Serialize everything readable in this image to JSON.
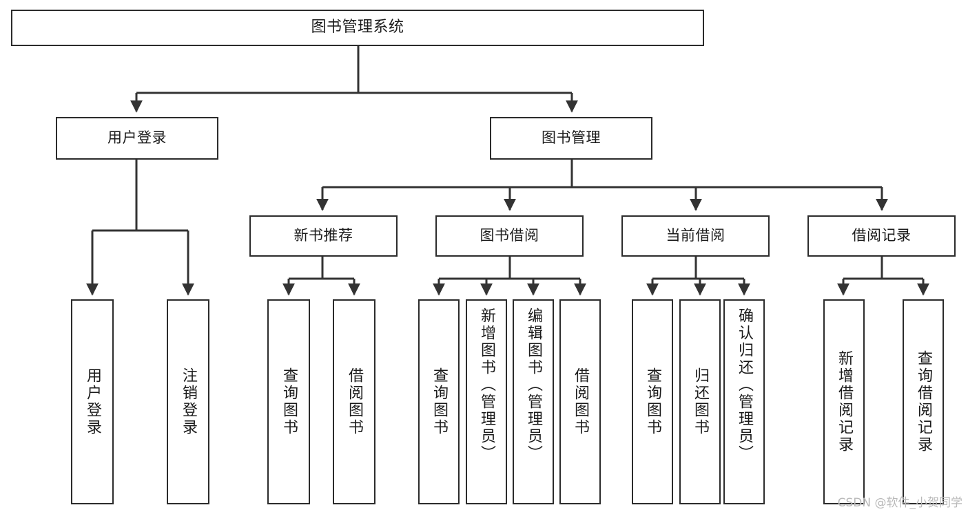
{
  "diagram": {
    "type": "tree",
    "title": "图书管理系统",
    "watermark": "CSDN @软件_小贺同学",
    "colors": {
      "border": "#2b2b2b",
      "background": "#ffffff",
      "text": "#1b1b1b",
      "connector": "#333333",
      "watermark": "#b9b9b9"
    },
    "nodes": {
      "root": {
        "label": "图书管理系统"
      },
      "level2": [
        {
          "id": "user-login",
          "label": "用户登录"
        },
        {
          "id": "book-management",
          "label": "图书管理"
        }
      ],
      "level3": [
        {
          "id": "new-book-recommend",
          "label": "新书推荐"
        },
        {
          "id": "book-borrow",
          "label": "图书借阅"
        },
        {
          "id": "current-borrow",
          "label": "当前借阅"
        },
        {
          "id": "borrow-record",
          "label": "借阅记录"
        }
      ],
      "leaves": {
        "user-login": [
          {
            "id": "leaf-user-login",
            "label": "用户登录"
          },
          {
            "id": "leaf-logout-login",
            "label": "注销登录"
          }
        ],
        "new-book-recommend": [
          {
            "id": "leaf-query-book-1",
            "label": "查询图书"
          },
          {
            "id": "leaf-borrow-book-1",
            "label": "借阅图书"
          }
        ],
        "book-borrow": [
          {
            "id": "leaf-query-book-2",
            "label": "查询图书"
          },
          {
            "id": "leaf-add-book",
            "label": "新增图书（管理员）"
          },
          {
            "id": "leaf-edit-book",
            "label": "编辑图书（管理员）"
          },
          {
            "id": "leaf-borrow-book-2",
            "label": "借阅图书"
          }
        ],
        "current-borrow": [
          {
            "id": "leaf-query-book-3",
            "label": "查询图书"
          },
          {
            "id": "leaf-return-book",
            "label": "归还图书"
          },
          {
            "id": "leaf-confirm-return",
            "label": "确认归还（管理员）"
          }
        ],
        "borrow-record": [
          {
            "id": "leaf-add-record",
            "label": "新增借阅记录"
          },
          {
            "id": "leaf-query-record",
            "label": "查询借阅记录"
          }
        ]
      }
    }
  }
}
